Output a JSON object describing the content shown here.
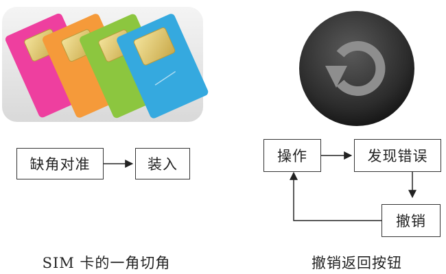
{
  "left": {
    "illustration": "sim-cards-image",
    "card_colors": [
      "#ee3f9f",
      "#f59a3a",
      "#8cc63f",
      "#35a9df"
    ],
    "flow": {
      "step1": "缺角对准",
      "step2": "装入"
    },
    "caption": "SIM 卡的一角切角"
  },
  "right": {
    "illustration": "undo-button-image",
    "icon": "undo-icon",
    "flow": {
      "operate": "操作",
      "find_error": "发现错误",
      "undo": "撤销"
    },
    "caption": "撤销返回按钮"
  }
}
